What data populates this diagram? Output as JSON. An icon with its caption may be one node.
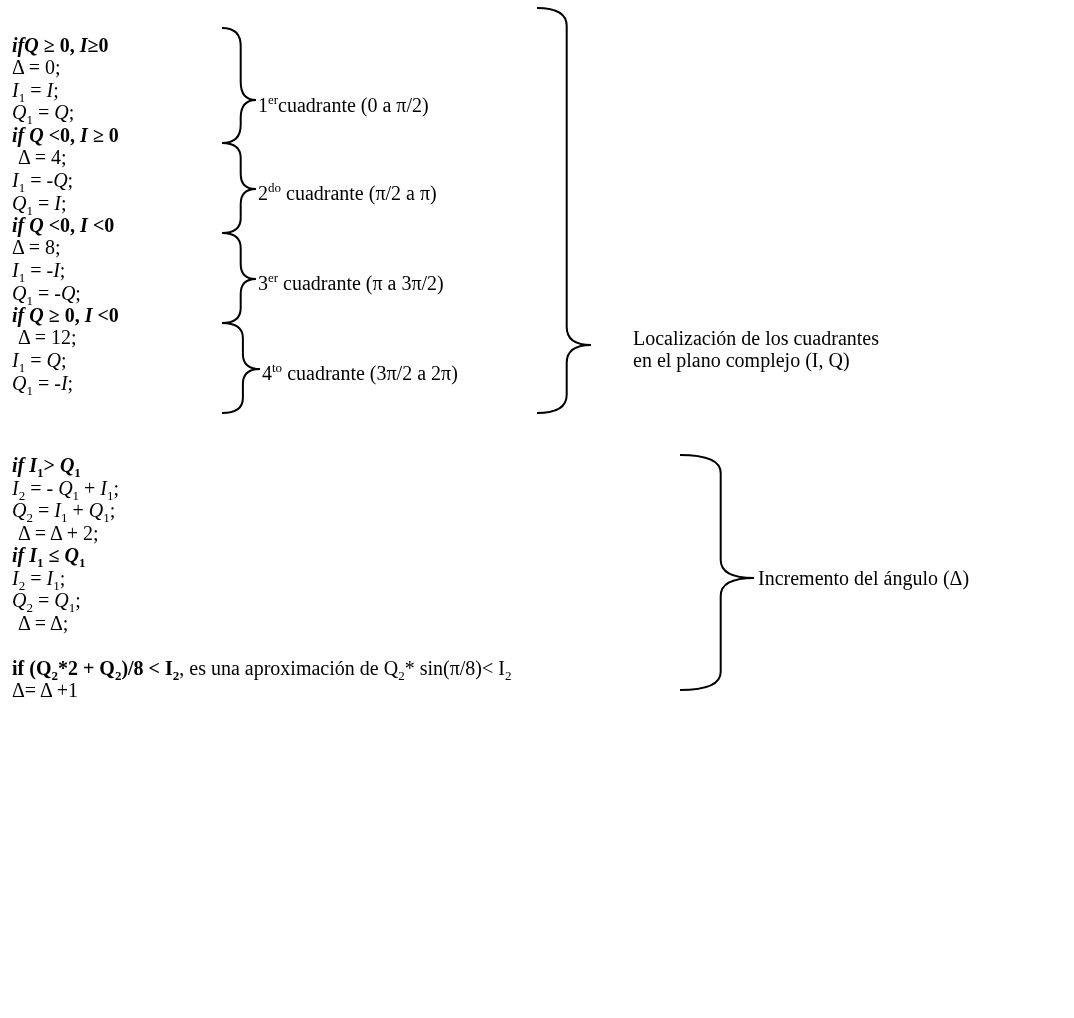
{
  "diagram": {
    "labels": [
      "*ifQ* ≥ 0, *I*≥0",
      "Δ = 0;",
      "*I*$_{1}$ = *I*;",
      "*Q*$_{1}$ = *Q*;",
      "*if Q* <0, *I* ≥ 0",
      "Δ = 4;",
      "*I*$_{1}$ = -*Q*;",
      "*Q*$_{1}$ = *I*;",
      "*if Q* <0, *I* <0",
      "Δ = 8;",
      "*I*$_{1}$ = -*I*;",
      "*Q*$_{1}$ = -*Q*;",
      "*if Q* ≥ 0, *I* <0",
      "Δ = 12;",
      "*I*$_{1}$ = *Q*;",
      "*Q*$_{1}$ = -*I*;",
      "1$^{er}$cuadrante (0 a π/2)",
      "2$^{do}$ cuadrante (π/2 a π)",
      "3$^{er}$ cuadrante (π a 3π/2)",
      "4$^{to}$ cuadrante (3π/2 a 2π)",
      "Localización de los cuadrantes en el plano complejo (I, Q)",
      "*if I*$_{1}$> *Q*$_{1}$",
      "*I*$_{2}$ = - *Q*$_{1}$ + *I*$_{1}$;",
      "*Q*$_{2}$ = *I*$_{1}$ + *Q*$_{1}$;",
      "Δ = Δ + 2;",
      "*if I*$_{1}$ ≤ *Q*$_{1}$",
      "*I*$_{2}$ = *I*$_{1}$;",
      "*Q*$_{2}$ = *Q*$_{1}$;",
      "Δ = Δ;",
      "Incremento del ángulo (Δ)",
      "**if (Q$_{2}$*2 + Q$_{2}$)/8 < I$_{2}$**, es una aproximación de Q$_{2}$* sin(π/8)< I$_{2}$",
      "Δ= Δ +1"
    ]
  }
}
